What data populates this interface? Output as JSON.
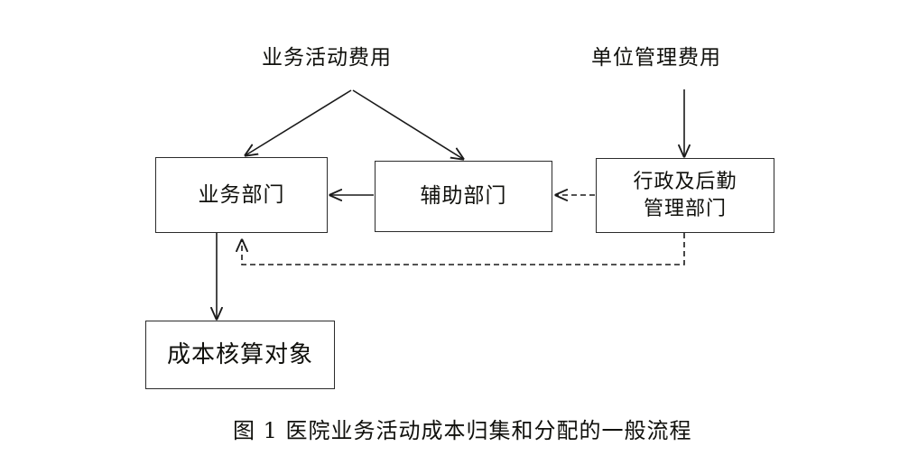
{
  "figure": {
    "caption": "图 1  医院业务活动成本归集和分配的一般流程",
    "top_labels": [
      {
        "name": "business-activity-cost",
        "text": "业务活动费用"
      },
      {
        "name": "unit-management-cost",
        "text": "单位管理费用"
      }
    ],
    "nodes": [
      {
        "name": "business-department",
        "text": "业务部门"
      },
      {
        "name": "support-department",
        "text": "辅助部门"
      },
      {
        "name": "admin-logistics-department",
        "text": "行政及后勤\n管理部门"
      },
      {
        "name": "cost-object",
        "text": "成本核算对象"
      }
    ],
    "edges": [
      {
        "name": "edge-activity-cost-to-business",
        "style": "solid",
        "from": "业务活动费用",
        "to": "业务部门"
      },
      {
        "name": "edge-activity-cost-to-support",
        "style": "solid",
        "from": "业务活动费用",
        "to": "辅助部门"
      },
      {
        "name": "edge-management-cost-to-admin",
        "style": "solid",
        "from": "单位管理费用",
        "to": "行政及后勤管理部门"
      },
      {
        "name": "edge-support-to-business",
        "style": "solid",
        "from": "辅助部门",
        "to": "业务部门"
      },
      {
        "name": "edge-admin-to-support",
        "style": "dashed",
        "from": "行政及后勤管理部门",
        "to": "辅助部门"
      },
      {
        "name": "edge-admin-to-business",
        "style": "dashed",
        "from": "行政及后勤管理部门",
        "to": "业务部门"
      },
      {
        "name": "edge-business-to-cost-object",
        "style": "solid",
        "from": "业务部门",
        "to": "成本核算对象"
      }
    ],
    "colors": {
      "background": "#ffffff",
      "stroke": "#2b2b2b",
      "text": "#10100c"
    }
  }
}
